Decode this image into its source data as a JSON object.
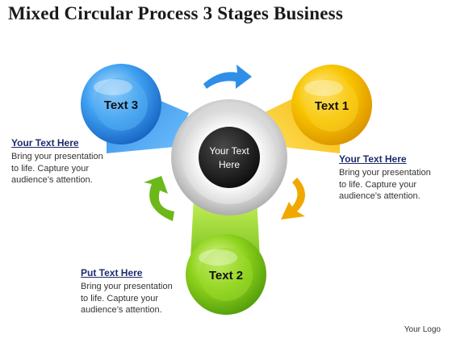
{
  "title": "Mixed Circular Process 3 Stages Business",
  "center": {
    "line1": "Your Text",
    "line2": "Here"
  },
  "stages": [
    {
      "label": "Text 1",
      "color": "#f5b800"
    },
    {
      "label": "Text 2",
      "color": "#7cc21a"
    },
    {
      "label": "Text 3",
      "color": "#2f8fe8"
    }
  ],
  "text_blocks": {
    "left": {
      "heading": "Your Text Here",
      "body": [
        "Bring your presentation",
        "to life. Capture your",
        "audience’s attention."
      ]
    },
    "right": {
      "heading": "Your Text Here",
      "body": [
        "Bring your presentation",
        "to life. Capture your",
        "audience’s attention."
      ]
    },
    "bottom": {
      "heading": "Put Text Here",
      "body": [
        "Bring your presentation",
        "to life. Capture your",
        "audience’s attention."
      ]
    }
  },
  "logo": "Your Logo",
  "arrow_colors": {
    "top": "#2f8fe8",
    "right": "#f0a800",
    "left": "#6bb81a"
  }
}
